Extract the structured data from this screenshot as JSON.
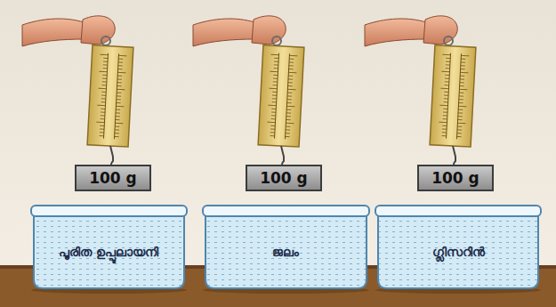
{
  "diagram": {
    "nodes": [
      {
        "text": [
          "100 g"
        ]
      },
      {
        "text": [
          "100 g"
        ]
      },
      {
        "text": [
          "100 g"
        ]
      },
      {
        "text": [
          "പൂരിത ഉപ്പുലായനി"
        ]
      },
      {
        "text": [
          "ജലം"
        ]
      },
      {
        "text": [
          "ഗ്ലിസറിൻ"
        ]
      }
    ]
  }
}
